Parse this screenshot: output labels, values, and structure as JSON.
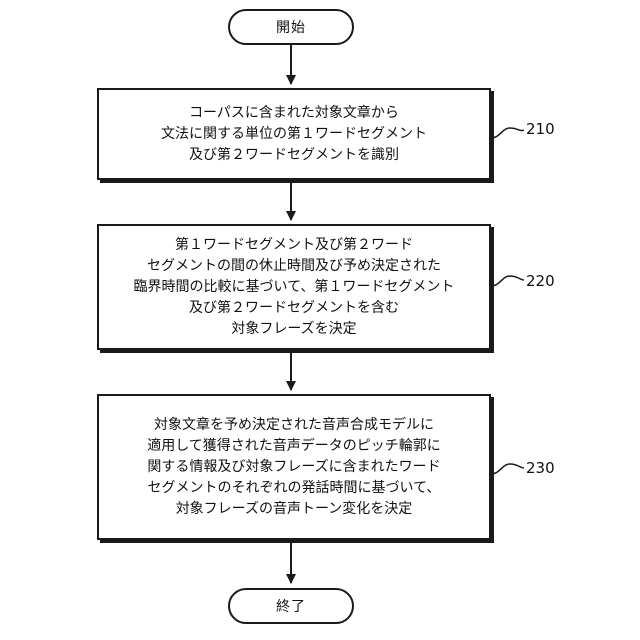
{
  "start": {
    "label": "開始"
  },
  "end": {
    "label": "終了"
  },
  "steps": [
    {
      "ref": "210",
      "lines": [
        "コーパスに含まれた対象文章から",
        "文法に関する単位の第１ワードセグメント",
        "及び第２ワードセグメントを識別"
      ]
    },
    {
      "ref": "220",
      "lines": [
        "第１ワードセグメント及び第２ワード",
        "セグメントの間の休止時間及び予め決定された",
        "臨界時間の比較に基づいて、第１ワードセグメント",
        "及び第２ワードセグメントを含む",
        "対象フレーズを決定"
      ]
    },
    {
      "ref": "230",
      "lines": [
        "対象文章を予め決定された音声合成モデルに",
        "適用して獲得された音声データのピッチ輪郭に",
        "関する情報及び対象フレーズに含まれたワード",
        "セグメントのそれぞれの発話時間に基づいて、",
        "対象フレーズの音声トーン変化を決定"
      ]
    }
  ]
}
